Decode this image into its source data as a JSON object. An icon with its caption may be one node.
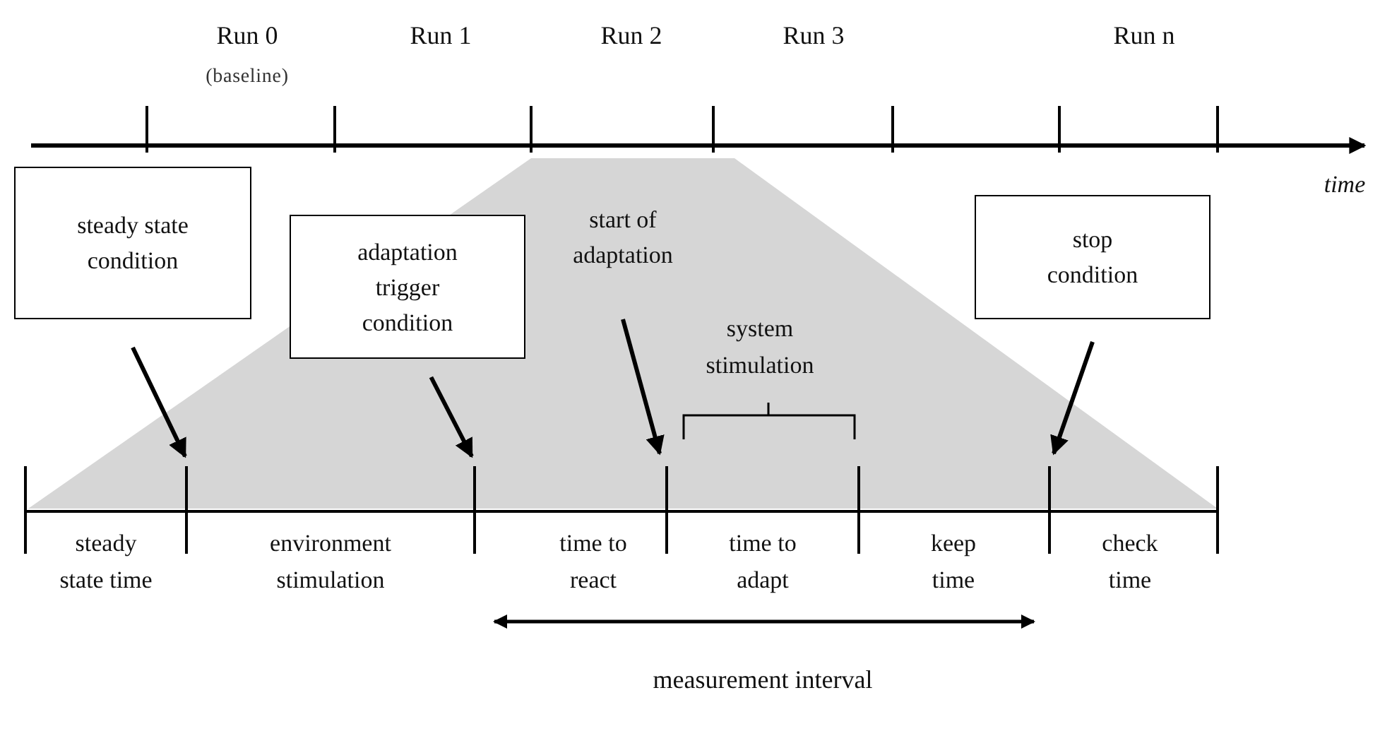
{
  "diagram": {
    "nodes": [
      {
        "text": [
          "steady state condition"
        ]
      },
      {
        "text": [
          "adaptation trigger condition"
        ]
      },
      {
        "text": [
          "start of adaptation"
        ]
      },
      {
        "text": [
          "stop condition"
        ]
      }
    ],
    "edges": [
      {
        "from": 0,
        "to": null,
        "arrow": "to"
      },
      {
        "from": 1,
        "to": null,
        "arrow": "to"
      },
      {
        "from": 2,
        "to": null,
        "arrow": "to"
      },
      {
        "from": 3,
        "to": null,
        "arrow": "to"
      }
    ],
    "labels": [
      "Run 0",
      "Run 1",
      "Run 2",
      "Run 3",
      "Run n",
      "(baseline)",
      "time",
      "system stimulation",
      "steady state time",
      "environment stimulation",
      "time to react",
      "time to adapt",
      "keep time",
      "check time",
      "measurement interval"
    ]
  }
}
